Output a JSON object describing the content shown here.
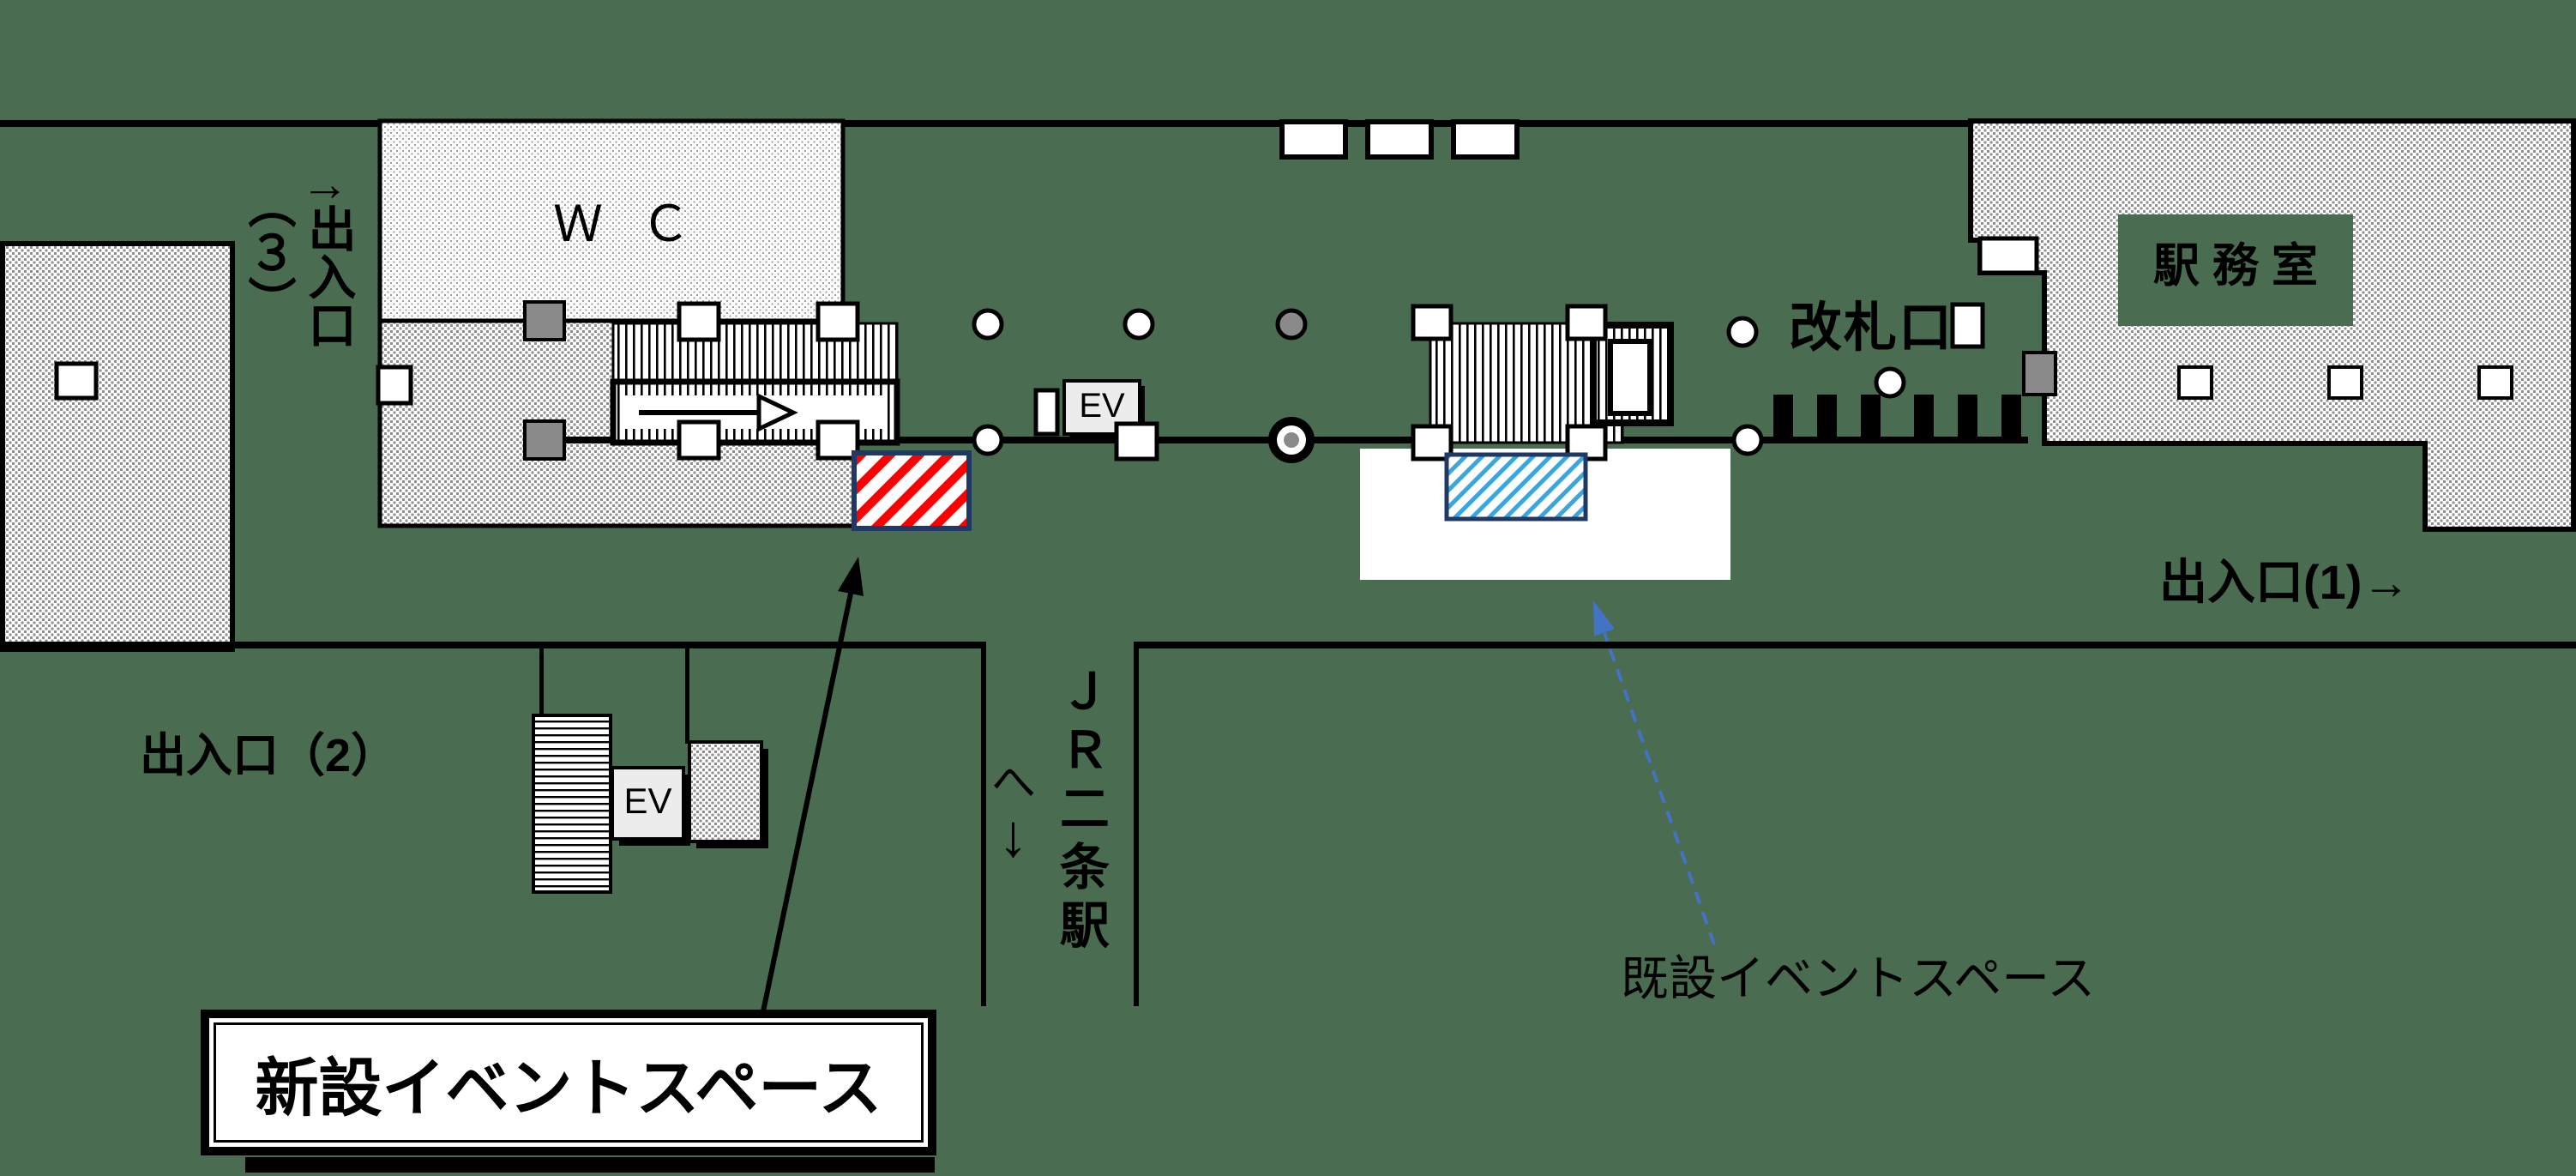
{
  "title": "station concourse floor plan",
  "colors": {
    "background": "#4a6c50",
    "line": "#000000",
    "red_hatch": "#ff0000",
    "blue_hatch": "#3aa6e0",
    "hatch_border": "#1f3864",
    "blue_arrow": "#4472c4",
    "gray_fill": "#8a8a8a",
    "ev_fill": "#ececec"
  },
  "labels": {
    "wc": "Ｗ Ｃ",
    "exit3": "↑出入口\n（３）",
    "ticket_gate": "改札口",
    "station_office": "駅 務 室",
    "exit1": "出入口(1)→",
    "exit2": "出入口（2）",
    "jr_nijo": "ＪＲ二条駅",
    "to_mark": "へ",
    "down_arrow": "↓",
    "ev_upper": "EV",
    "ev_lower": "EV",
    "new_space": "新設イベントスペース",
    "existing_space": "既設イベントスペース"
  }
}
